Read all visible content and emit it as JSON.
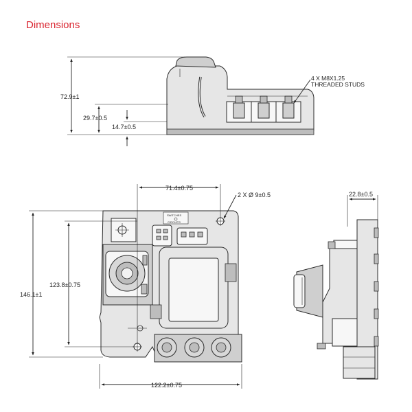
{
  "title": "Dimensions",
  "colors": {
    "title": "#d9232e",
    "line": "#222222",
    "body_fill": "#e6e6e6"
  },
  "side_view": {
    "height_total": "72.9±1",
    "height_mid": "29.7±0.5",
    "height_low": "14.7±0.5",
    "stud_note_line1": "4 X M8X1.25",
    "stud_note_line2": "THREADED STUDS"
  },
  "front_view": {
    "width_hole_spacing": "71.4±0.75",
    "hole_note": "2 X Ø 9±0.5",
    "height_total": "146.1±1",
    "height_hole_spacing": "123.8±0.75",
    "width_total": "122.2±0.75",
    "switch_label_1": "SWITCHES",
    "switch_label_2": "CIRCUITS"
  },
  "end_view": {
    "depth": "22.8±0.5"
  }
}
